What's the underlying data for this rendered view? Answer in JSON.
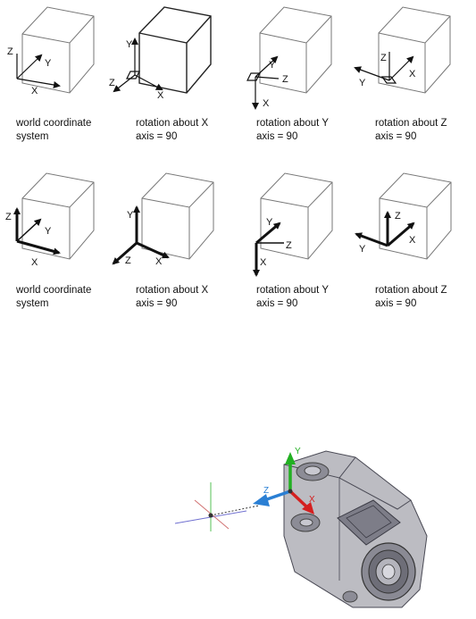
{
  "rows": [
    {
      "panels": [
        {
          "caption_line1": "world coordinate",
          "caption_line2": "system",
          "labels": {
            "x": "X",
            "y": "Y",
            "z": "Z"
          }
        },
        {
          "caption_line1": "rotation about X",
          "caption_line2": "axis = 90",
          "labels": {
            "x": "X",
            "y": "Y",
            "z": "Z"
          }
        },
        {
          "caption_line1": "rotation about Y",
          "caption_line2": "axis = 90",
          "labels": {
            "x": "X",
            "y": "Y",
            "z": "Z"
          }
        },
        {
          "caption_line1": "rotation about Z",
          "caption_line2": "axis = 90",
          "labels": {
            "x": "X",
            "y": "Y",
            "z": "Z"
          }
        }
      ]
    },
    {
      "panels": [
        {
          "caption_line1": "world coordinate",
          "caption_line2": "system",
          "labels": {
            "x": "X",
            "y": "Y",
            "z": "Z"
          }
        },
        {
          "caption_line1": "rotation about X",
          "caption_line2": "axis = 90",
          "labels": {
            "x": "X",
            "y": "Y",
            "z": "Z"
          }
        },
        {
          "caption_line1": "rotation about Y",
          "caption_line2": "axis = 90",
          "labels": {
            "x": "X",
            "y": "Y",
            "z": "Z"
          }
        },
        {
          "caption_line1": "rotation about Z",
          "caption_line2": "axis = 90",
          "labels": {
            "x": "X",
            "y": "Y",
            "z": "Z"
          }
        }
      ]
    }
  ],
  "model_view": {
    "labels": {
      "y": "Y",
      "z": "Z",
      "x": "X"
    },
    "colors": {
      "x_axis": "#d42020",
      "y_axis": "#22b022",
      "z_axis": "#2a7fd4",
      "body": "#9a9aa2",
      "body_dark": "#555560"
    }
  }
}
